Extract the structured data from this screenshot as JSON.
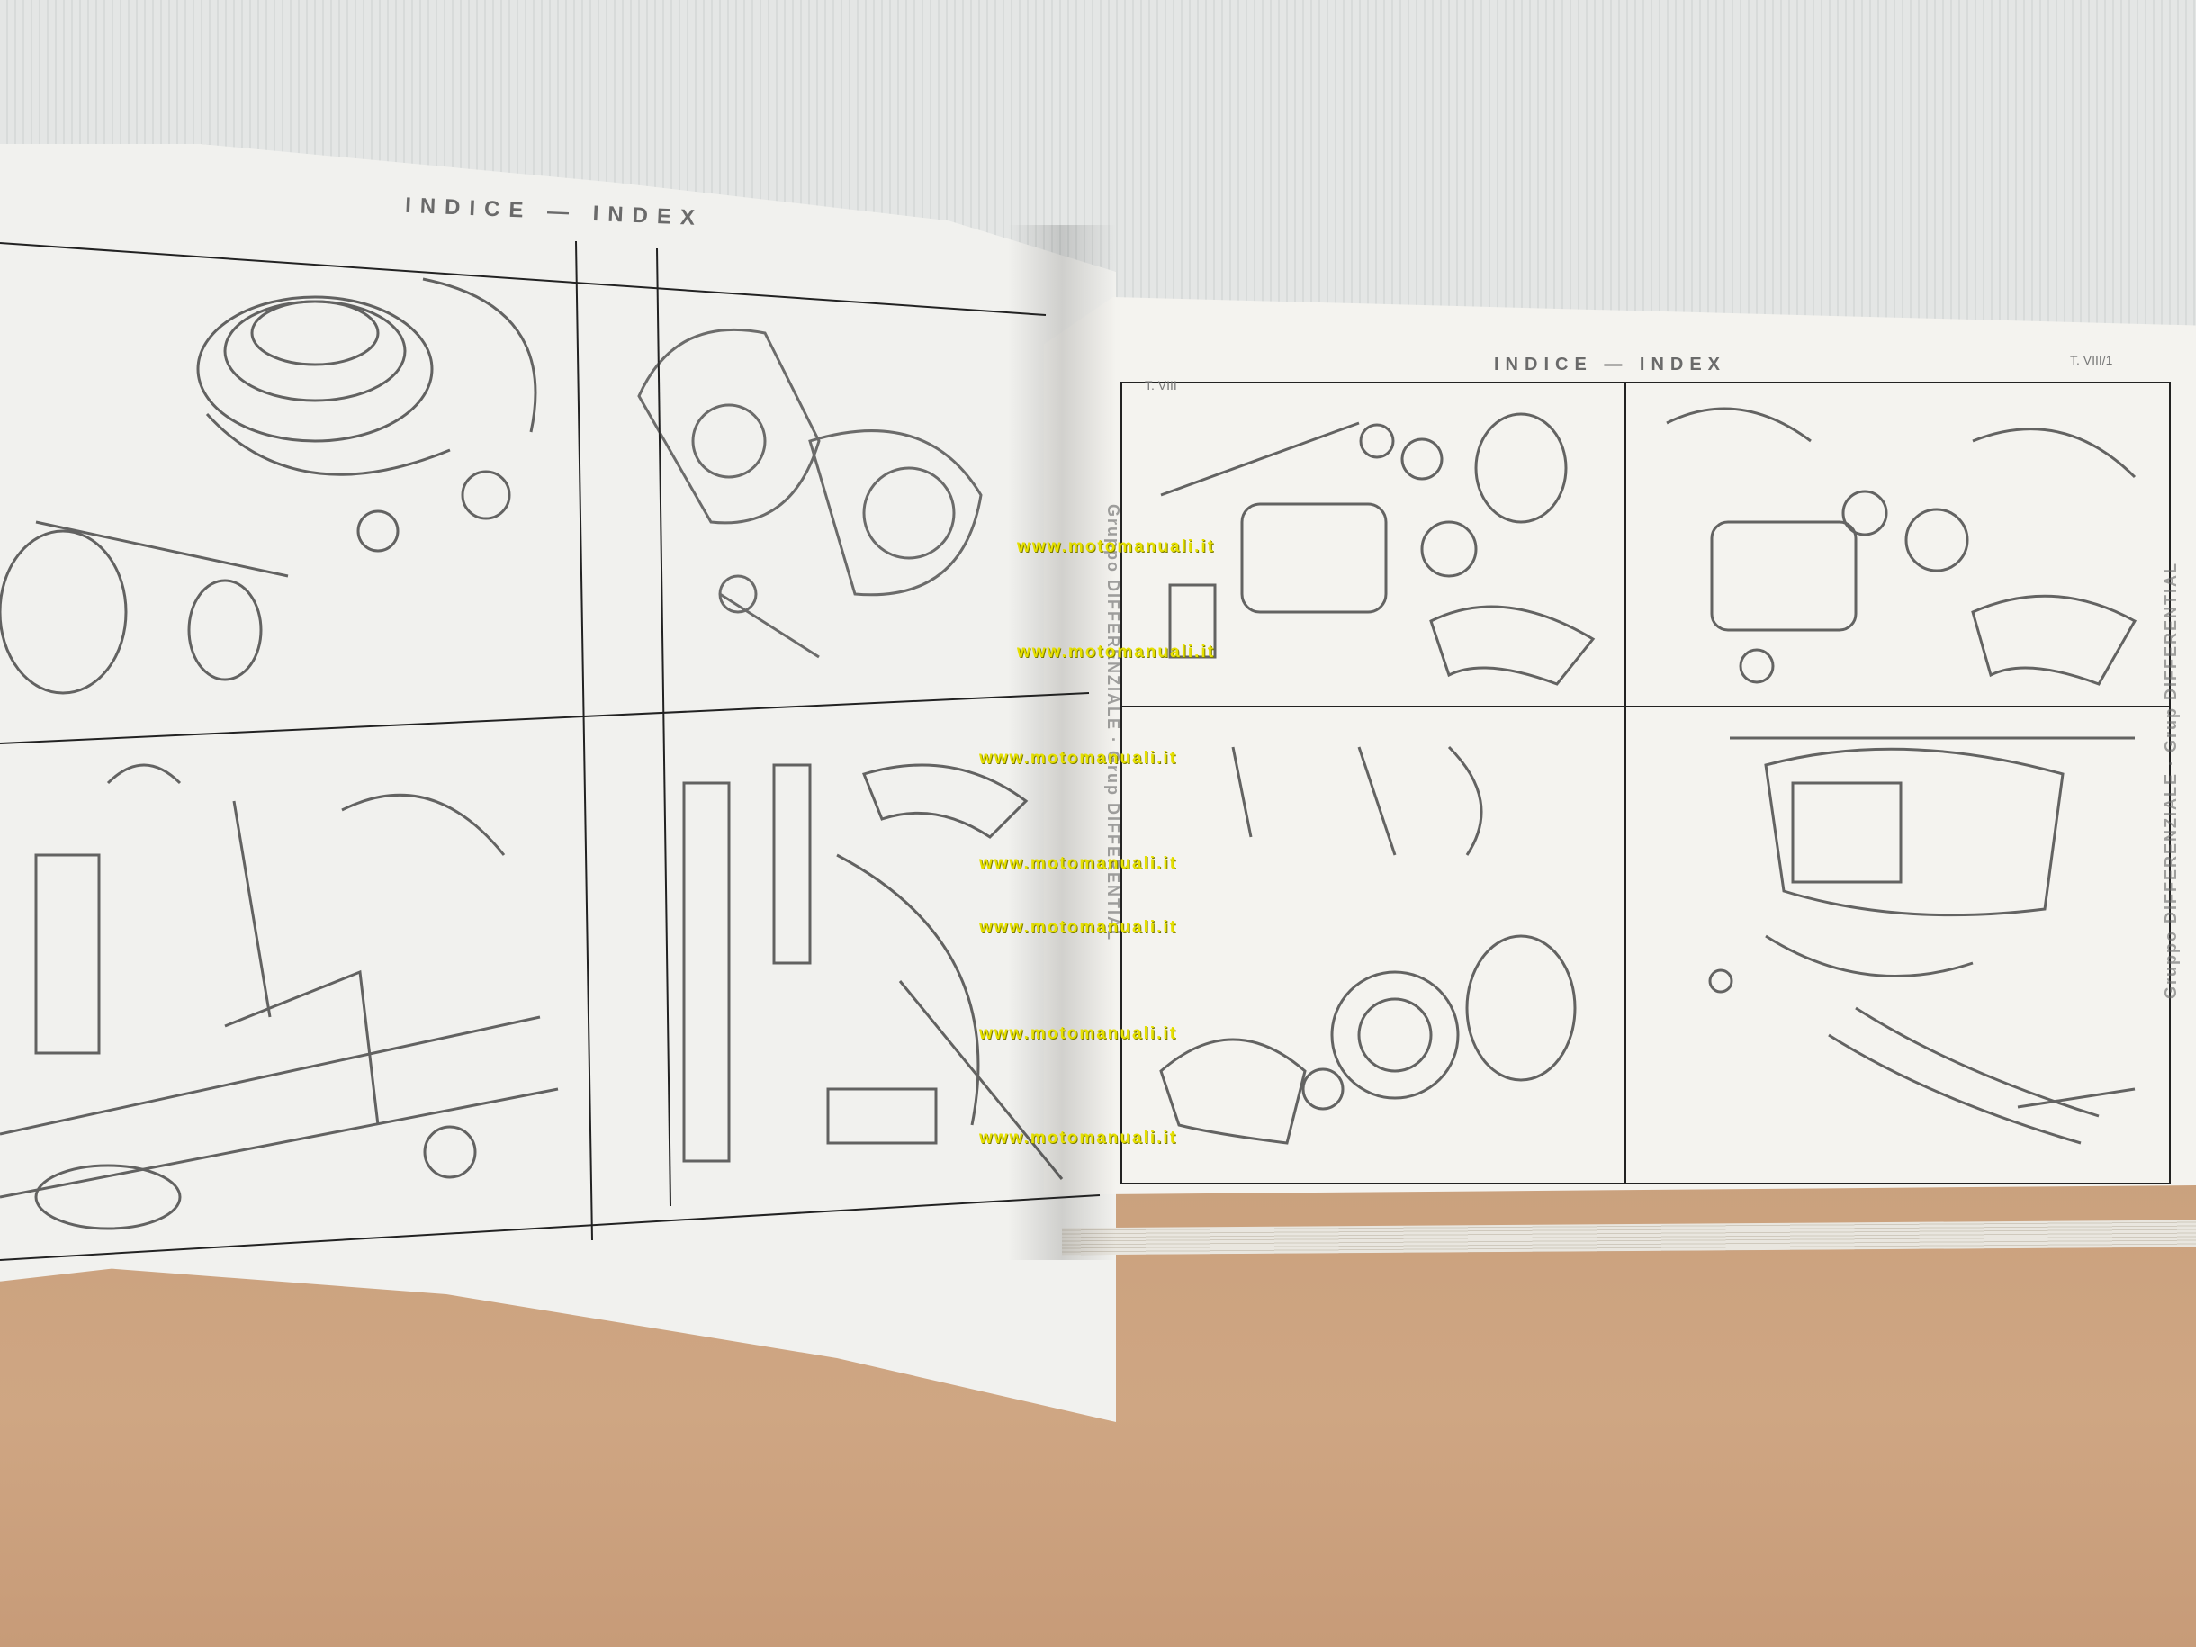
{
  "page": {
    "left_heading": "INDICE — INDEX",
    "right_heading": "INDICE — INDEX",
    "left_plate_label": "T. VIII",
    "right_plate_label": "T. VIII/1",
    "middle_side_label": "Gruppo DIFFERENZIALE · Grup DIFFERENTIAL",
    "edge_side_label": "Gruppo DIFFERENZIALE · Grup DIFFERENTIAL"
  },
  "watermarks": [
    "www.motomanuali.it",
    "www.motomanuali.it",
    "www.motomanuali.it",
    "www.motomanuali.it",
    "www.motomanuali.it",
    "www.motomanuali.it",
    "www.motomanuali.it"
  ],
  "figures": [
    {
      "icon": "engine-cylinder-exploded-drawing"
    },
    {
      "icon": "crankcase-exploded-drawing"
    },
    {
      "icon": "frame-suspension-exploded-drawing"
    },
    {
      "icon": "fork-and-exhaust-exploded-drawing"
    },
    {
      "icon": "gearbox-exploded-drawing"
    },
    {
      "icon": "differential-exploded-drawing"
    },
    {
      "icon": "clutch-housing-exploded-drawing"
    },
    {
      "icon": "air-filter-exploded-drawing"
    }
  ]
}
